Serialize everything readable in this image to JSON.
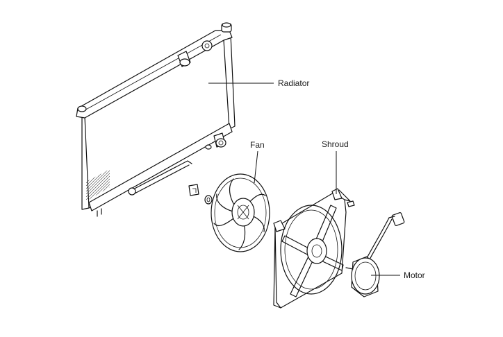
{
  "labels": {
    "radiator": "Radiator",
    "fan": "Fan",
    "shroud": "Shroud",
    "motor": "Motor"
  }
}
